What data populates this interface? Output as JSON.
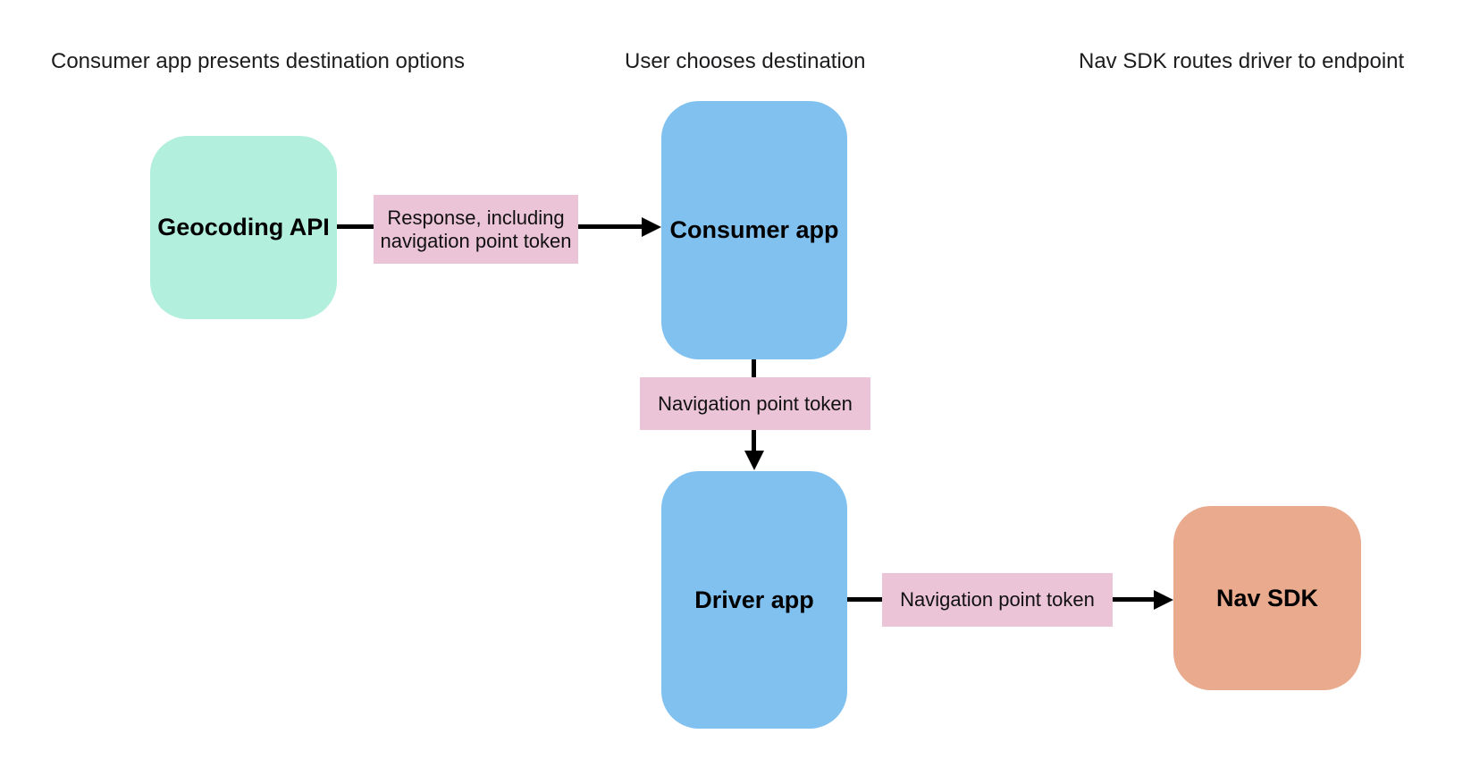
{
  "diagram": {
    "background_color": "#ffffff",
    "arrow_color": "#000000",
    "header_text_color": "#1c1c1e",
    "stage_headers": [
      {
        "label": "Consumer app presents destination options"
      },
      {
        "label": "User chooses destination"
      },
      {
        "label": "Nav SDK routes driver to endpoint"
      }
    ],
    "nodes": [
      {
        "id": "geocoding-api",
        "label": "Geocoding API",
        "color": "#b2efdc"
      },
      {
        "id": "consumer-app",
        "label": "Consumer app",
        "color": "#80c1f0"
      },
      {
        "id": "driver-app",
        "label": "Driver app",
        "color": "#80c1f0"
      },
      {
        "id": "nav-sdk",
        "label": "Nav SDK",
        "color": "#e9aa8e"
      }
    ],
    "edges": [
      {
        "from": "geocoding-api",
        "to": "consumer-app",
        "label": "Response, including navigation point token",
        "label_color": "#ecc4d8"
      },
      {
        "from": "consumer-app",
        "to": "driver-app",
        "label": "Navigation point token",
        "label_color": "#ecc4d8"
      },
      {
        "from": "driver-app",
        "to": "nav-sdk",
        "label": "Navigation point token",
        "label_color": "#ecc4d8"
      }
    ]
  }
}
